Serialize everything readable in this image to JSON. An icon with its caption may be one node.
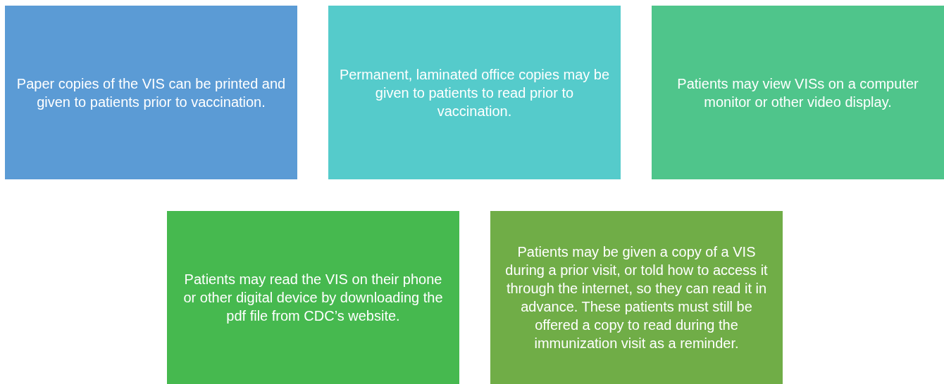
{
  "diagram": {
    "nodes": [
      {
        "text": [
          "Paper copies of the VIS can be printed and given to patients prior to vaccination."
        ]
      },
      {
        "text": [
          "Permanent, laminated office copies may be given to patients to read prior to vaccination."
        ]
      },
      {
        "text": [
          "Patients may view VISs on a computer monitor or other video display."
        ]
      },
      {
        "text": [
          "Patients may read the VIS on their phone or other digital device by downloading the pdf file from CDC’s website."
        ]
      },
      {
        "text": [
          "Patients may be given a copy of a VIS during a prior visit, or told how to access it through the internet, so they can read it in advance. These patients must still be offered a copy to read during the immunization visit as a reminder."
        ]
      }
    ]
  }
}
